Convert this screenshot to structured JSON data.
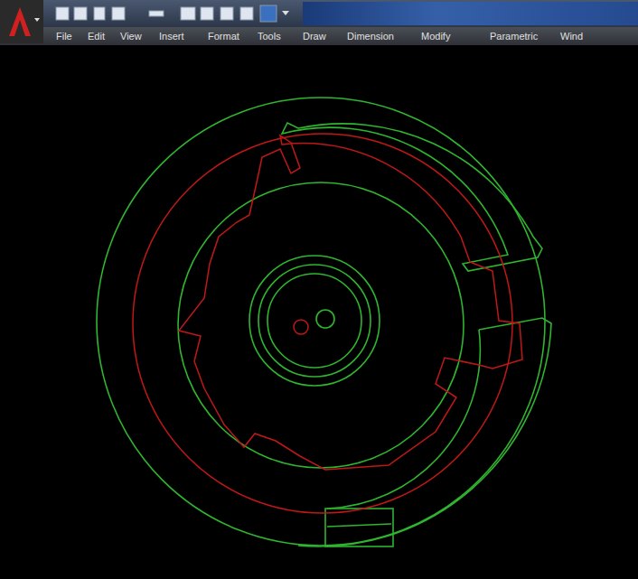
{
  "diagram": {
    "labels": [
      "File",
      "Edit",
      "View",
      "Insert",
      "Format",
      "Tools",
      "Draw",
      "Dimension",
      "Modify",
      "Parametric",
      "Wind"
    ]
  }
}
